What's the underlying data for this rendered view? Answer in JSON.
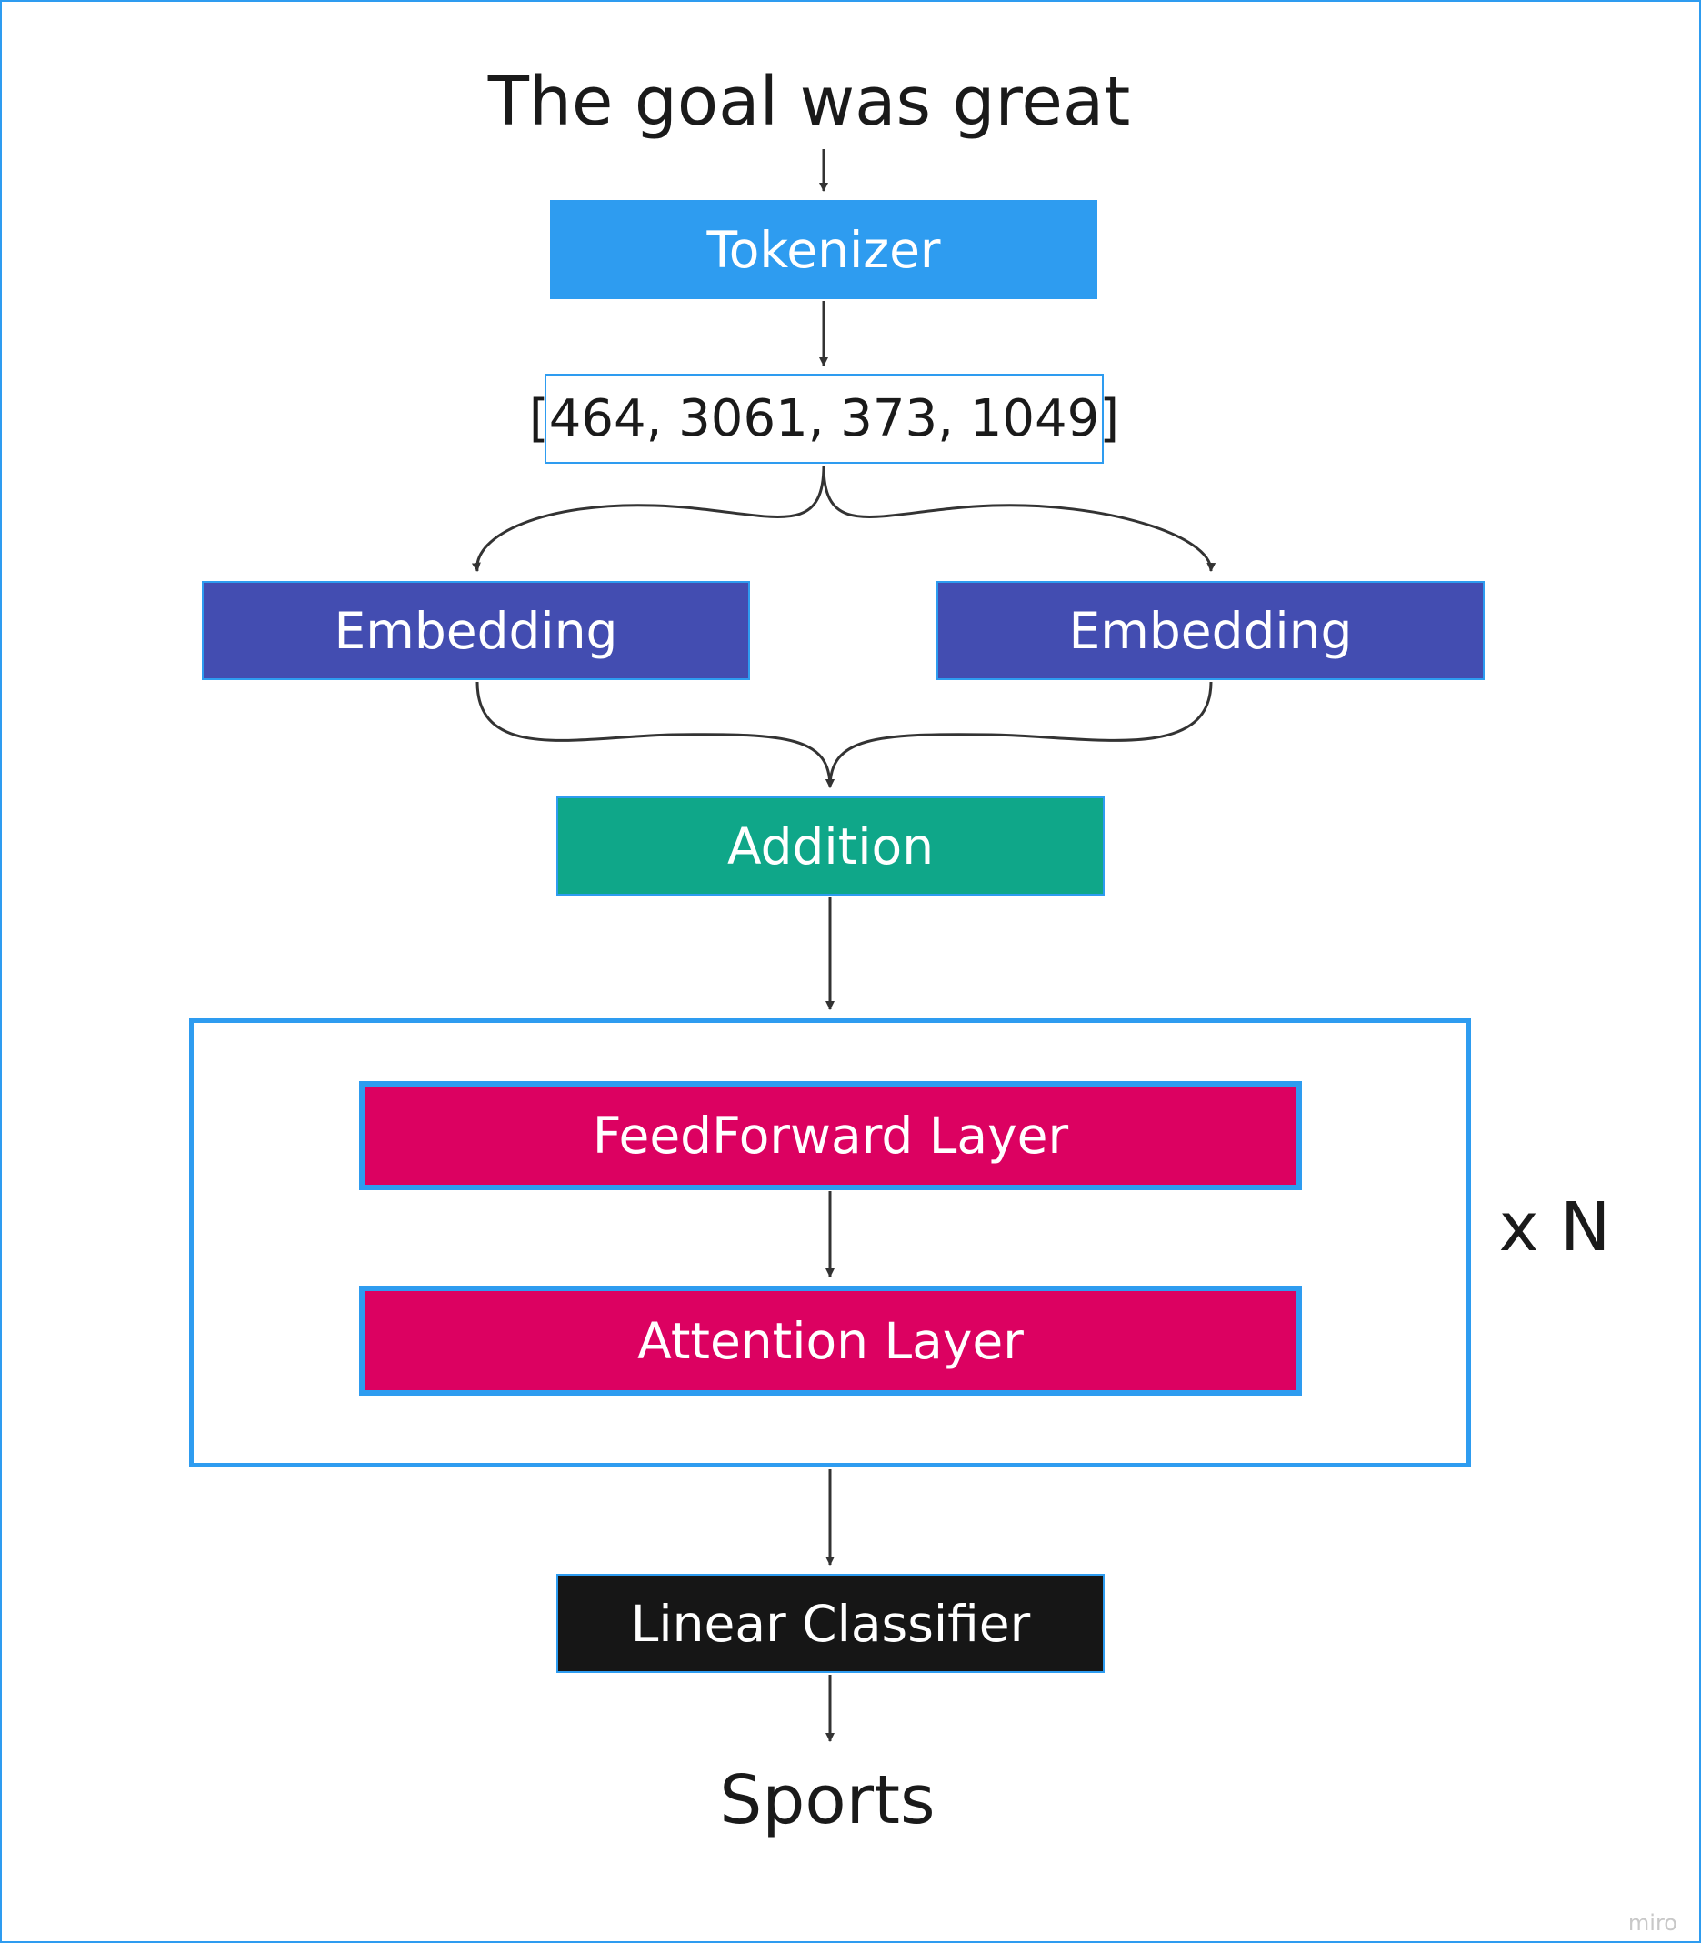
{
  "diagram": {
    "input_text": "The goal was great",
    "tokenizer_label": "Tokenizer",
    "token_ids_label": "[464, 3061, 373, 1049]",
    "embedding_left_label": "Embedding",
    "embedding_right_label": "Embedding",
    "addition_label": "Addition",
    "feedforward_label": "FeedForward Layer",
    "attention_label": "Attention Layer",
    "repeat_label": "x N",
    "classifier_label": "Linear Classifier",
    "output_text": "Sports"
  },
  "watermark": "miro",
  "colors": {
    "accent_blue": "#2e9cf0",
    "embedding": "#434db1",
    "addition": "#0fa789",
    "layer": "#dc0161",
    "classifier": "#161616",
    "arrow": "#333333"
  }
}
